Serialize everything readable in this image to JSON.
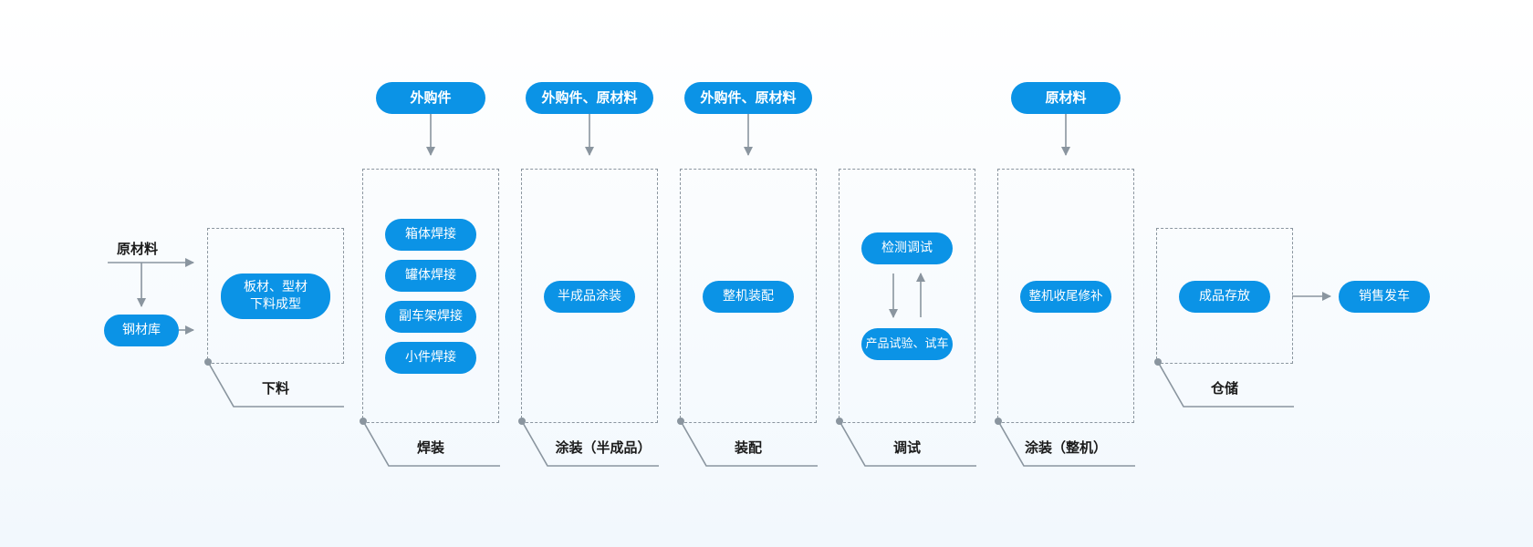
{
  "inputs": {
    "raw_material": "原材料",
    "steel_warehouse": "钢材库"
  },
  "cutting": {
    "stage": "下料",
    "step_line1": "板材、型材",
    "step_line2": "下料成型"
  },
  "welding": {
    "supply": "外购件",
    "stage": "焊装",
    "steps": [
      "箱体焊接",
      "罐体焊接",
      "副车架焊接",
      "小件焊接"
    ]
  },
  "coating_semi": {
    "supply": "外购件、原材料",
    "stage": "涂装（半成品）",
    "step": "半成品涂装"
  },
  "assembly": {
    "supply": "外购件、原材料",
    "stage": "装配",
    "step": "整机装配"
  },
  "debug": {
    "stage": "调试",
    "step_top": "检测调试",
    "step_bottom": "产品试验、试车"
  },
  "coating_final": {
    "supply": "原材料",
    "stage": "涂装（整机）",
    "step": "整机收尾修补"
  },
  "storage": {
    "stage": "仓储",
    "step": "成品存放"
  },
  "output": {
    "step": "销售发车"
  },
  "colors": {
    "accent": "#0b93e6",
    "line": "#8a959f"
  }
}
